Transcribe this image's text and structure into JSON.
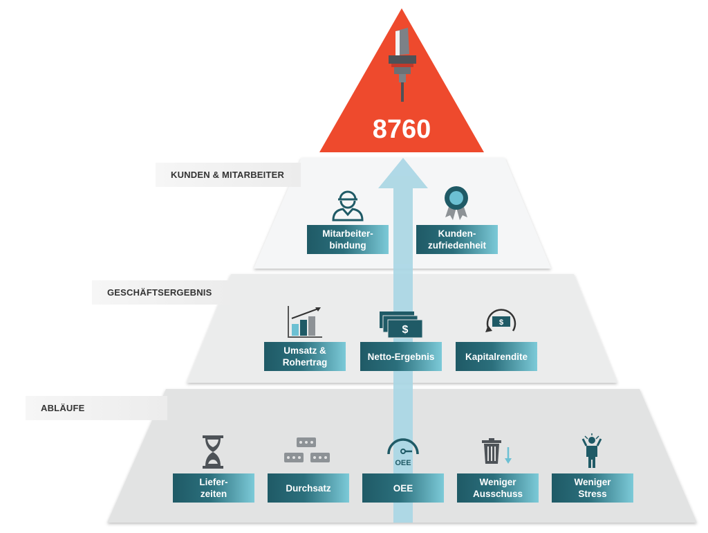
{
  "apex": {
    "value": "8760",
    "icon": "drill-spindle-icon",
    "color": "#ee4a2d"
  },
  "tiers": [
    {
      "label": "KUNDEN & MITARBEITER",
      "items": [
        {
          "label": "Mitarbeiter-\nbindung",
          "icon": "worker-helmet-icon"
        },
        {
          "label": "Kunden-\nzufriedenheit",
          "icon": "award-badge-icon"
        }
      ]
    },
    {
      "label": "GESCHÄFTSERGEBNIS",
      "items": [
        {
          "label": "Umsatz &\nRohertrag",
          "icon": "bar-chart-growth-icon"
        },
        {
          "label": "Netto-Ergebnis",
          "icon": "money-stack-icon"
        },
        {
          "label": "Kapitalrendite",
          "icon": "money-cycle-icon"
        }
      ]
    },
    {
      "label": "ABLÄUFE",
      "items": [
        {
          "label": "Liefer-\nzeiten",
          "icon": "hourglass-icon"
        },
        {
          "label": "Durchsatz",
          "icon": "material-stacks-icon"
        },
        {
          "label": "OEE",
          "icon": "gauge-icon",
          "icon_text": "OEE"
        },
        {
          "label": "Weniger\nAusschuss",
          "icon": "trash-down-icon"
        },
        {
          "label": "Weniger\nStress",
          "icon": "stressed-person-icon"
        }
      ]
    }
  ],
  "colors": {
    "teal_dark": "#1f5a66",
    "teal_light": "#7ccad8",
    "arrow": "#a9d6e4"
  }
}
